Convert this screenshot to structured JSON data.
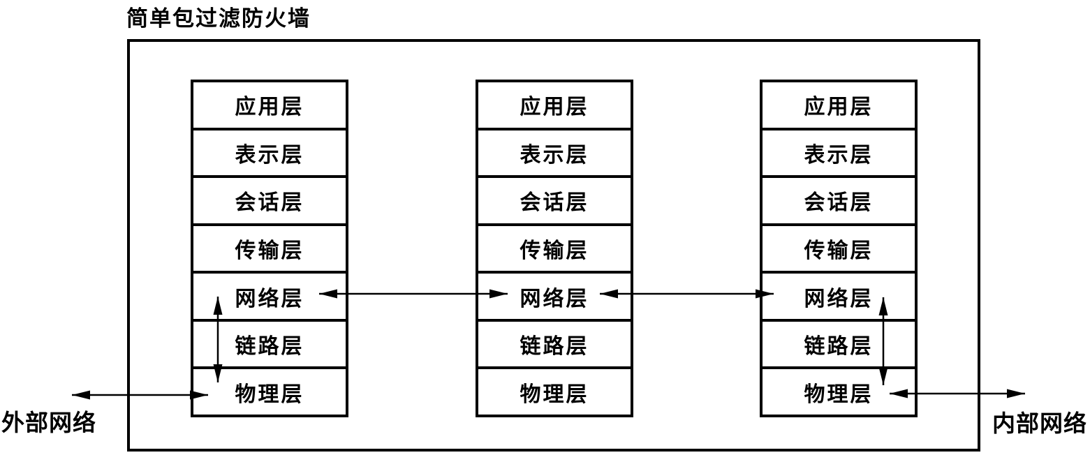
{
  "diagram": {
    "title": "简单包过滤防火墙",
    "left_outer_label": "外部网络",
    "right_outer_label": "内部网络"
  },
  "stacks": [
    {
      "id": "left-protocol-stack",
      "layers": [
        "应用层",
        "表示层",
        "会话层",
        "传输层",
        "网络层",
        "链路层",
        "物理层"
      ]
    },
    {
      "id": "middle-protocol-stack",
      "layers": [
        "应用层",
        "表示层",
        "会话层",
        "传输层",
        "网络层",
        "链路层",
        "物理层"
      ]
    },
    {
      "id": "right-protocol-stack",
      "layers": [
        "应用层",
        "表示层",
        "会话层",
        "传输层",
        "网络层",
        "链路层",
        "物理层"
      ]
    }
  ],
  "connections": [
    {
      "from": "外部网络",
      "to": "left-protocol-stack:物理层",
      "bidirectional": true
    },
    {
      "from": "left-protocol-stack:网络层",
      "to": "left-protocol-stack:物理层",
      "bidirectional": true
    },
    {
      "from": "left-protocol-stack:网络层",
      "to": "middle-protocol-stack:网络层",
      "bidirectional": true
    },
    {
      "from": "middle-protocol-stack:网络层",
      "to": "right-protocol-stack:网络层",
      "bidirectional": true
    },
    {
      "from": "right-protocol-stack:网络层",
      "to": "right-protocol-stack:物理层",
      "bidirectional": true
    },
    {
      "from": "right-protocol-stack:物理层",
      "to": "内部网络",
      "bidirectional": true
    }
  ],
  "colors": {
    "line": "#000000",
    "text": "#000000",
    "background": "#ffffff"
  }
}
